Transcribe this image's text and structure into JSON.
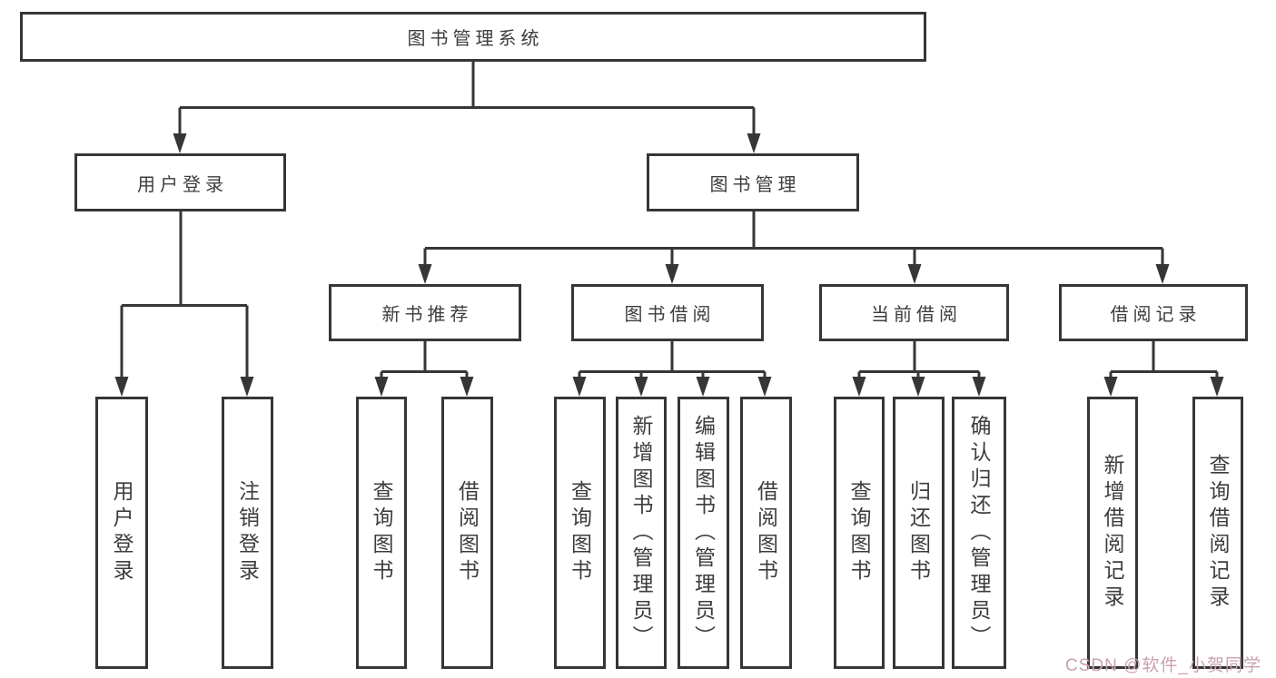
{
  "colors": {
    "line": "#363636",
    "text": "#3d3d3d",
    "bg": "#ffffff",
    "watermark": "#c9a2ab"
  },
  "watermark": {
    "text": "CSDN @软件_小贺同学"
  },
  "tree": {
    "root": {
      "label": "图书管理系统"
    },
    "branches": [
      {
        "label": "用户登录",
        "children": [
          {
            "label": "用户登录"
          },
          {
            "label": "注销登录"
          }
        ]
      },
      {
        "label": "图书管理",
        "children": [
          {
            "label": "新书推荐",
            "children": [
              {
                "label": "查询图书"
              },
              {
                "label": "借阅图书"
              }
            ]
          },
          {
            "label": "图书借阅",
            "children": [
              {
                "label": "查询图书"
              },
              {
                "label": "新增图书（管理员）"
              },
              {
                "label": "编辑图书（管理员）"
              },
              {
                "label": "借阅图书"
              }
            ]
          },
          {
            "label": "当前借阅",
            "children": [
              {
                "label": "查询图书"
              },
              {
                "label": "归还图书"
              },
              {
                "label": "确认归还（管理员）"
              }
            ]
          },
          {
            "label": "借阅记录",
            "children": [
              {
                "label": "新增借阅记录"
              },
              {
                "label": "查询借阅记录"
              }
            ]
          }
        ]
      }
    ]
  }
}
